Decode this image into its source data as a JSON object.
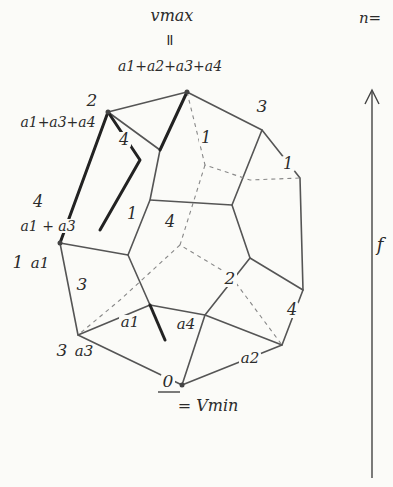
{
  "diagram": {
    "labels": [
      "n=",
      "vmax",
      "=",
      "a1+a2+a3+a4",
      "2",
      "3",
      "a1+a3+a4",
      "4",
      "1",
      "1",
      "4",
      "a1 + a3",
      "1",
      "a1",
      "1",
      "4",
      "3",
      "2",
      "4",
      "a1",
      "a4",
      "3",
      "a3",
      "a2",
      "0",
      "= Vmin",
      "f"
    ]
  }
}
